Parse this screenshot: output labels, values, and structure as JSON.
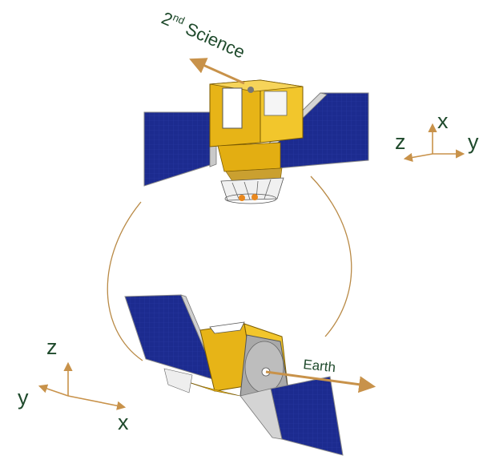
{
  "labels": {
    "science_prefix": "2",
    "science_sup": "nd",
    "science_word": " Science",
    "earth": "Earth"
  },
  "axes_top": {
    "x": "x",
    "y": "y",
    "z": "z"
  },
  "axes_bottom": {
    "x": "x",
    "y": "y",
    "z": "z"
  },
  "colors": {
    "arrow": "#c8924a",
    "panel": "#1a2a8c",
    "body_gold": "#e7b417",
    "text": "#1f4a2c"
  }
}
